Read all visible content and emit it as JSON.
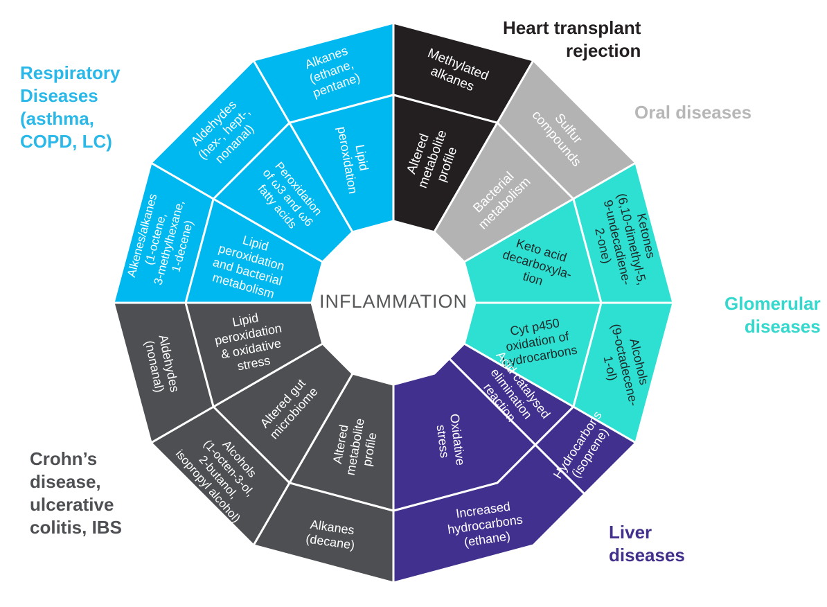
{
  "center_label": "INFLAMMATION",
  "colors": {
    "heart": "#231f20",
    "oral": "#b3b3b3",
    "glomerular": "#2ee0d2",
    "liver": "#42308e",
    "crohns": "#4d4f52",
    "respiratory": "#00b8f0"
  },
  "groups": [
    {
      "key": "heart",
      "label_lines": [
        "Heart transplant",
        "rejection"
      ],
      "outer": [
        "Methylated",
        "alkanes"
      ],
      "inner": [
        "Altered",
        "metabolite",
        "profile"
      ]
    },
    {
      "key": "oral",
      "label_lines": [
        "Oral diseases"
      ],
      "outer": [
        "Sulfur",
        "compounds"
      ],
      "inner": [
        "Bacterial",
        "metabolism"
      ]
    },
    {
      "key": "glomerular",
      "label_lines": [
        "Glomerular",
        "diseases"
      ],
      "outer_a": [
        "Ketones",
        "(6,10-dimethyl-5,",
        "9-undecadiene-",
        "2-one)"
      ],
      "inner_a": [
        "Keto acid",
        "decarboxyla-",
        "tion"
      ],
      "outer_b": [
        "Alcohols",
        "(9-octadecene-",
        "1-ol)"
      ],
      "inner_b": [
        "Cyt p450",
        "oxidation of",
        "hydrocarbons"
      ]
    },
    {
      "key": "liver",
      "label_lines": [
        "Liver",
        "diseases"
      ],
      "outer_a": [
        "Hydrocarbons",
        "(isoprene)"
      ],
      "inner_a": [
        "Acid catalysed",
        "elimination",
        "reaction"
      ],
      "outer_b": [
        "Increased",
        "hydrocarbons",
        "(ethane)"
      ],
      "inner_b": [
        "Oxidative",
        "stress"
      ]
    },
    {
      "key": "crohns",
      "label_lines": [
        "Crohn’s",
        "disease,",
        "ulcerative",
        "colitis, IBS"
      ],
      "outer_a": [
        "Alkanes",
        "(decane)"
      ],
      "inner_a": [
        "Altered",
        "metabolite",
        "profile"
      ],
      "outer_b": [
        "Alcohols",
        "(1-octen-3-ol,",
        "2-butanol,",
        "isopropyl alcohol)"
      ],
      "inner_b": [
        "Altered gut",
        "microbiome"
      ],
      "outer_c": [
        "Aldehydes",
        "(nonanal)"
      ],
      "inner_c": [
        "Lipid",
        "peroxidation",
        "& oxidative",
        "stress"
      ]
    },
    {
      "key": "respiratory",
      "label_lines": [
        "Respiratory",
        "Diseases",
        "(asthma,",
        "COPD, LC)"
      ],
      "outer_a": [
        "Alkenes/alkanes",
        "(1-octene,",
        "3-methylhexane,",
        "1-decene)"
      ],
      "inner_a": [
        "Lipid",
        "peroxidation",
        "and bacterial",
        "metabolism"
      ],
      "outer_b": [
        "Aldehydes",
        "(hex-, hept-,",
        "nonanal)"
      ],
      "inner_b": [
        "Peroxidation",
        "of ω3 and ω6",
        "fatty acids"
      ],
      "outer_c": [
        "Alkanes",
        "(ethane,",
        "pentane)"
      ],
      "inner_c": [
        "Lipid",
        "peroxidation"
      ]
    }
  ]
}
